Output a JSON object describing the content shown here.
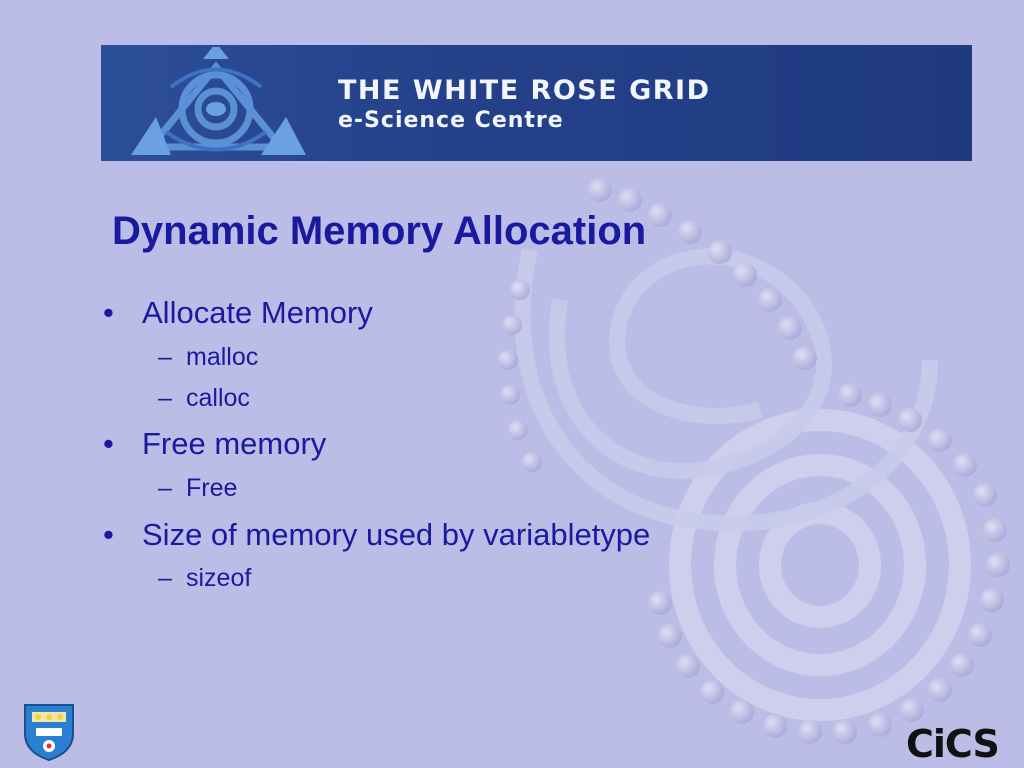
{
  "banner": {
    "title": "THE WHITE ROSE GRID",
    "subtitle": "e-Science Centre",
    "logo_icon": "white-rose-triangle-logo"
  },
  "slide": {
    "title": "Dynamic Memory Allocation",
    "bullets": [
      {
        "marker": "•",
        "text": "Allocate Memory",
        "subitems": [
          {
            "marker": "–",
            "text": "malloc"
          },
          {
            "marker": "–",
            "text": "calloc"
          }
        ]
      },
      {
        "marker": "•",
        "text": "Free memory",
        "subitems": [
          {
            "marker": "–",
            "text": "Free"
          }
        ]
      },
      {
        "marker": "•",
        "text": "Size of memory used by variabletype",
        "subitems": [
          {
            "marker": "–",
            "text": "sizeof"
          }
        ]
      }
    ]
  },
  "footer": {
    "crest_icon": "university-crest-icon",
    "cics_logo": "CiCS"
  },
  "colors": {
    "background": "#bcbde6",
    "text": "#1a1aa0",
    "banner": "#24418a"
  }
}
